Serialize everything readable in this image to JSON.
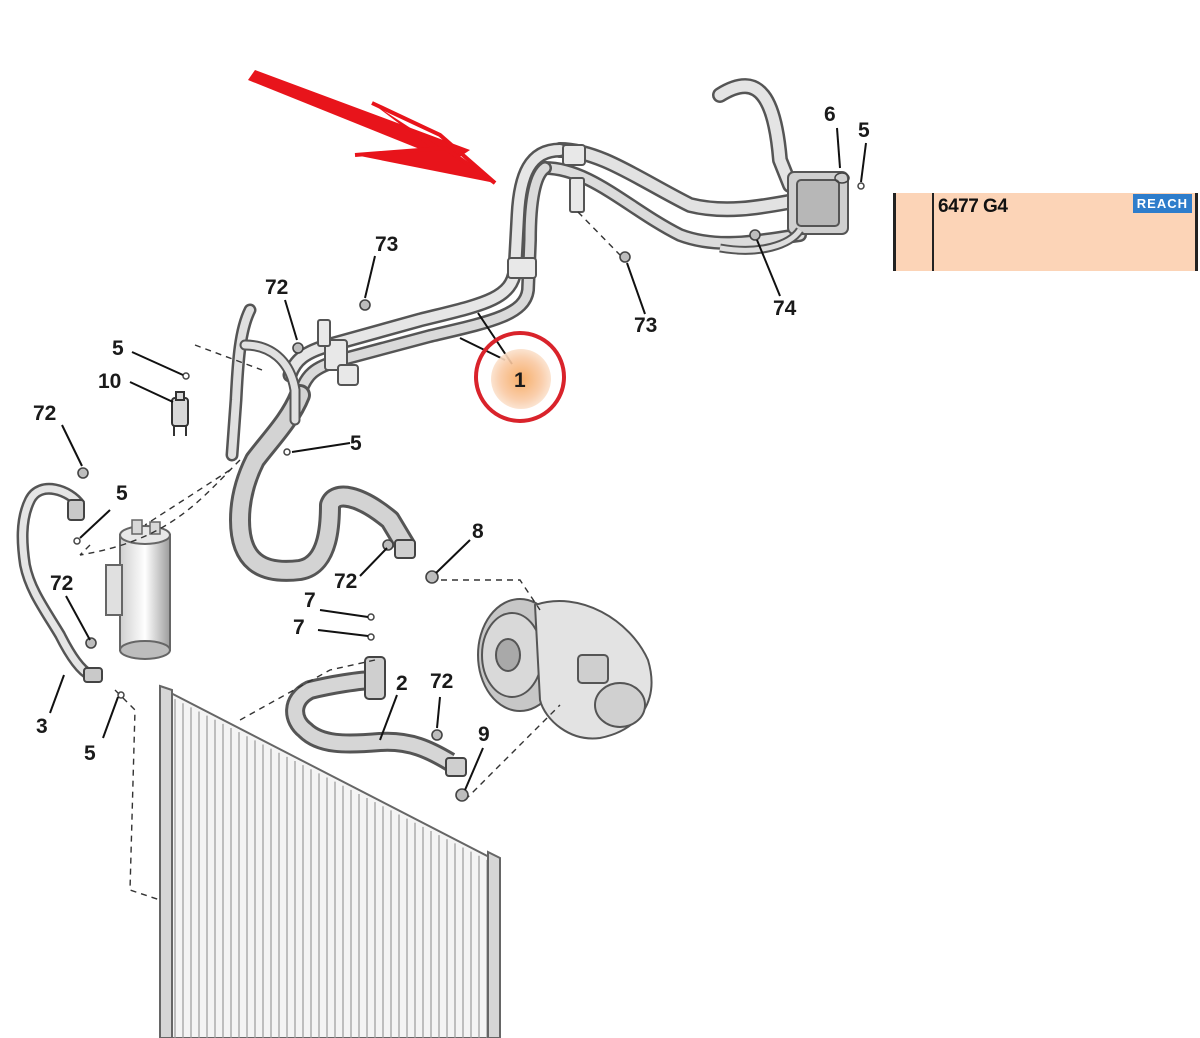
{
  "diagram": {
    "callouts": [
      {
        "id": "c1",
        "label": "1"
      },
      {
        "id": "c2",
        "label": "2"
      },
      {
        "id": "c3",
        "label": "3"
      },
      {
        "id": "c5a",
        "label": "5"
      },
      {
        "id": "c5b",
        "label": "5"
      },
      {
        "id": "c5c",
        "label": "5"
      },
      {
        "id": "c5d",
        "label": "5"
      },
      {
        "id": "c5e",
        "label": "5"
      },
      {
        "id": "c6",
        "label": "6"
      },
      {
        "id": "c7a",
        "label": "7"
      },
      {
        "id": "c7b",
        "label": "7"
      },
      {
        "id": "c8",
        "label": "8"
      },
      {
        "id": "c9",
        "label": "9"
      },
      {
        "id": "c10",
        "label": "10"
      },
      {
        "id": "c72a",
        "label": "72"
      },
      {
        "id": "c72b",
        "label": "72"
      },
      {
        "id": "c72c",
        "label": "72"
      },
      {
        "id": "c72d",
        "label": "72"
      },
      {
        "id": "c72e",
        "label": "72"
      },
      {
        "id": "c73a",
        "label": "73"
      },
      {
        "id": "c73b",
        "label": "73"
      },
      {
        "id": "c74",
        "label": "74"
      }
    ]
  },
  "reference_panel": {
    "code": "6477 G4",
    "badge": "REACH"
  },
  "colors": {
    "arrow": "#e8141b",
    "highlight_circle": "#d9232b",
    "highlight_fill": "#f7b77f",
    "panel_bg": "#fcd4b7",
    "badge_bg": "#2e7dcb"
  }
}
